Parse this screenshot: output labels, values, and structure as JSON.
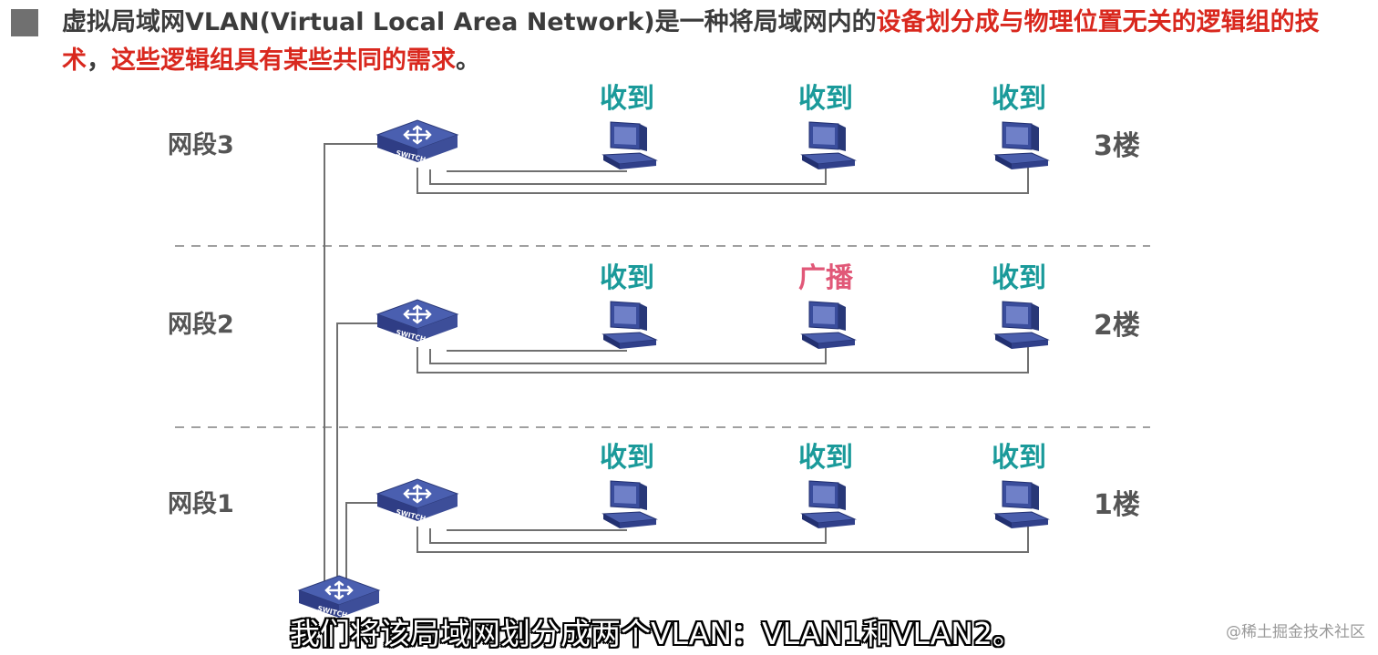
{
  "header": {
    "title_parts": [
      {
        "text": "虚拟局域网VLAN(Virtual Local Area Network)是一种将局域网内的",
        "emphasis": false
      },
      {
        "text": "设备划分成与物理位置无关的逻辑组的技术",
        "emphasis": true
      },
      {
        "text": "，",
        "emphasis": false
      },
      {
        "text": "这些逻辑组具有某些共同的需求",
        "emphasis": true
      },
      {
        "text": "。",
        "emphasis": false
      }
    ],
    "emphasis_color": "#d9281e"
  },
  "switch_label": "SWITCH",
  "core_switch_label": "SWITCH",
  "segments": [
    {
      "name": "网段3",
      "floor": "3楼",
      "hosts": [
        {
          "status": "收到",
          "kind": "received"
        },
        {
          "status": "收到",
          "kind": "received"
        },
        {
          "status": "收到",
          "kind": "received"
        }
      ]
    },
    {
      "name": "网段2",
      "floor": "2楼",
      "hosts": [
        {
          "status": "收到",
          "kind": "received"
        },
        {
          "status": "广播",
          "kind": "broadcast"
        },
        {
          "status": "收到",
          "kind": "received"
        }
      ]
    },
    {
      "name": "网段1",
      "floor": "1楼",
      "hosts": [
        {
          "status": "收到",
          "kind": "received"
        },
        {
          "status": "收到",
          "kind": "received"
        },
        {
          "status": "收到",
          "kind": "received"
        }
      ]
    }
  ],
  "colors": {
    "received": "#1a9a9a",
    "broadcast": "#e15878",
    "device_blue": "#3a4d9c",
    "label_gray": "#555555",
    "link_gray": "#707070"
  },
  "subtitle": "我们将该局域网划分成两个VLAN：VLAN1和VLAN2。",
  "watermark": "@稀土掘金技术社区"
}
